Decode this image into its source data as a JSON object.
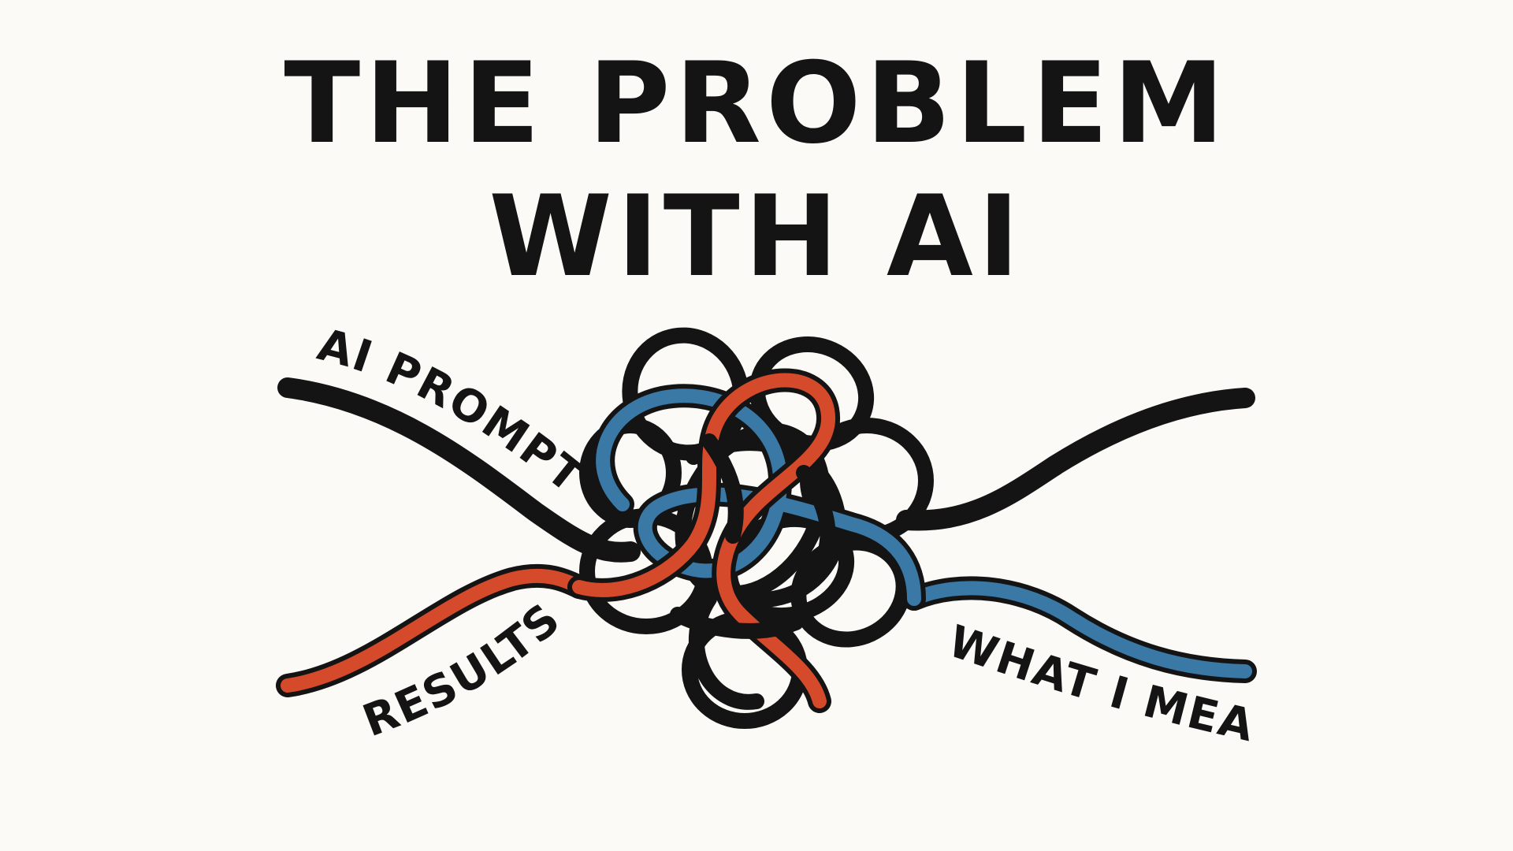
{
  "heading": {
    "line1": "THE PROBLEM",
    "line2": "WITH AI"
  },
  "labels": {
    "ai_prompts": "AI PROMPTS",
    "results": "RESULTS",
    "what_i_meant": "WHAT I MEANT"
  },
  "colors": {
    "background": "#fbfaf6",
    "ink": "#141414",
    "red_strand": "#d64a2c",
    "blue_strand": "#3a78a6"
  }
}
